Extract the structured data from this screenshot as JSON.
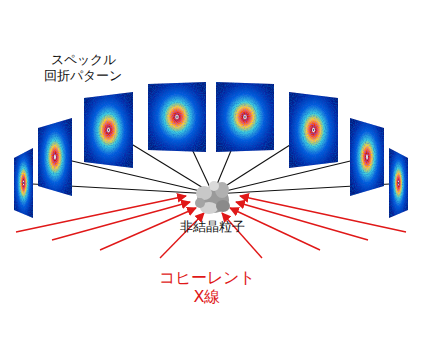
{
  "diagram": {
    "labels": [
      "スペックル 回折パターン",
      "非結晶粒子",
      "コヒーレント X線"
    ]
  }
}
